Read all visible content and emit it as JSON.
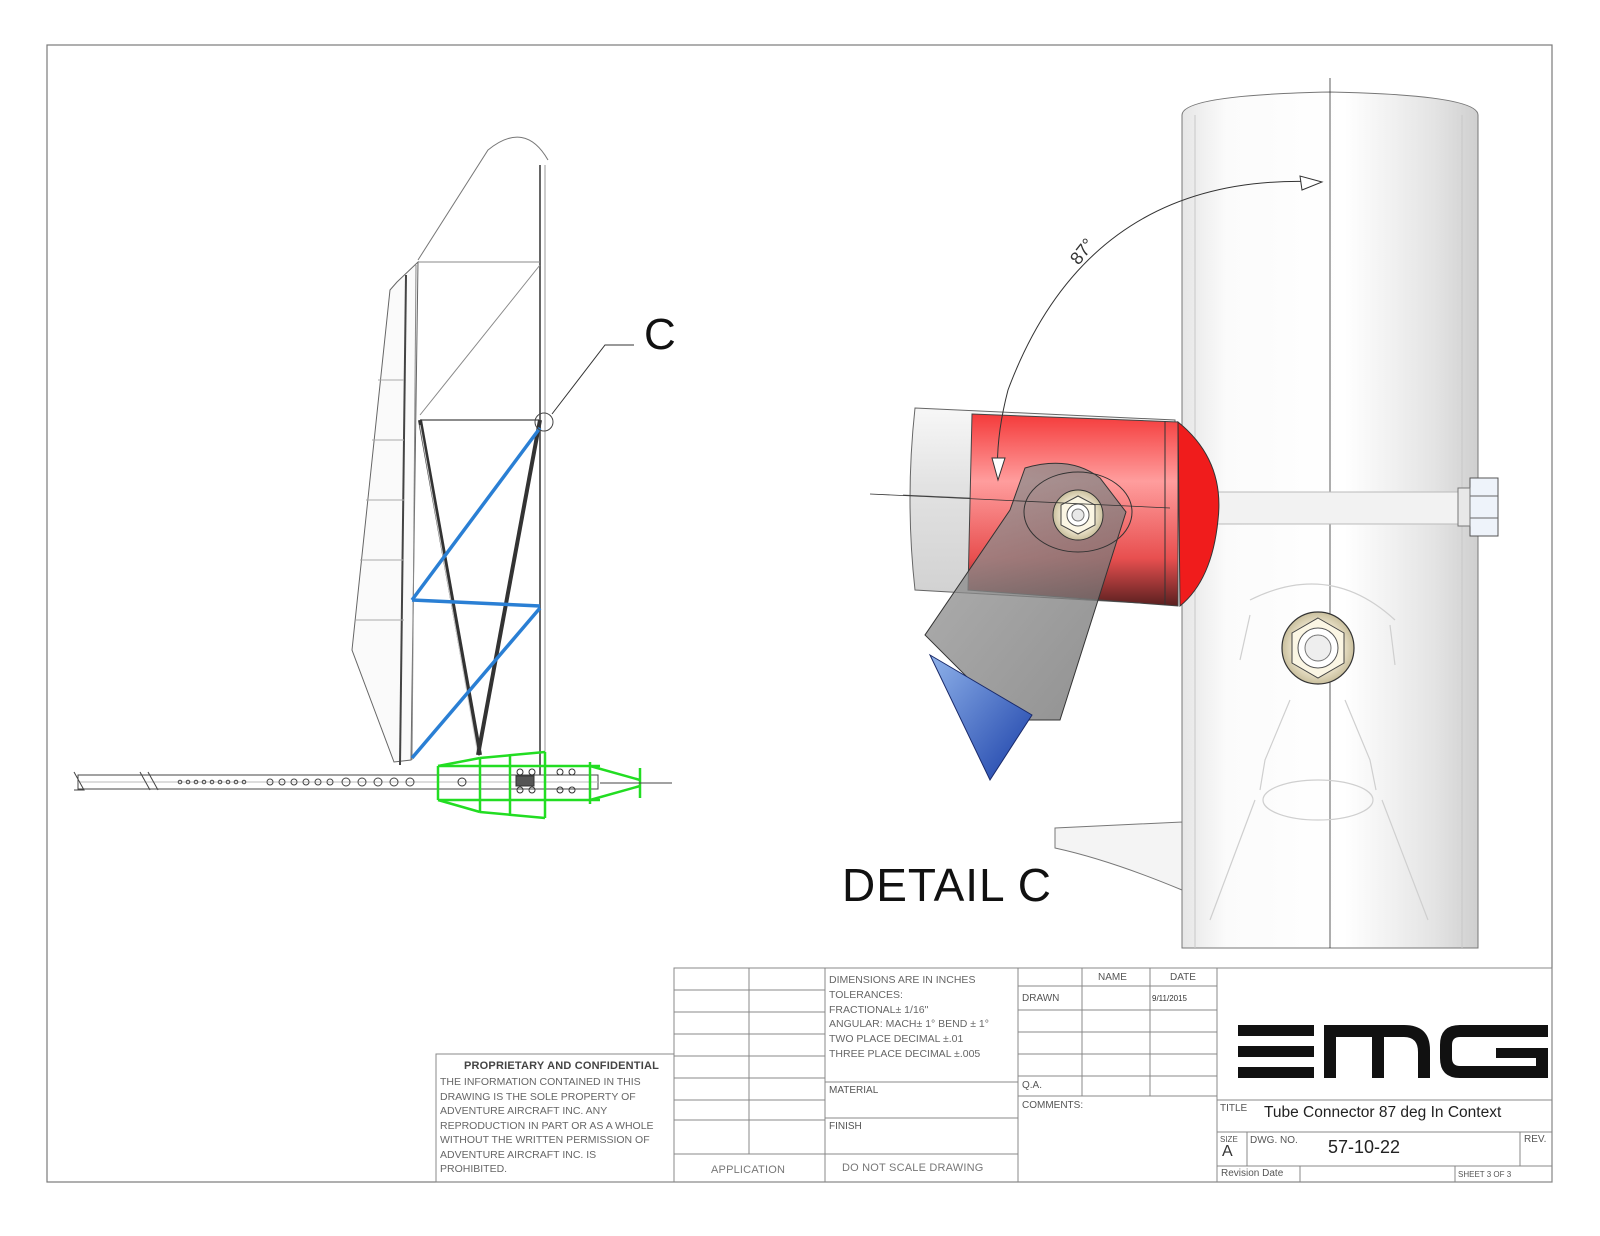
{
  "detail": {
    "callout_letter": "C",
    "detail_label": "DETAIL C",
    "angle_label": "87°"
  },
  "colors": {
    "green_frame": "#22dd22",
    "blue_strut": "#2a7fd4",
    "red_connector": "#ee2a2a",
    "border": "#777777"
  },
  "proprietary": {
    "heading": "PROPRIETARY AND CONFIDENTIAL",
    "lines": [
      "THE INFORMATION CONTAINED IN THIS",
      "DRAWING IS THE SOLE PROPERTY OF",
      "ADVENTURE AIRCRAFT INC.  ANY",
      "REPRODUCTION IN PART OR AS A WHOLE",
      "WITHOUT THE WRITTEN PERMISSION OF",
      "ADVENTURE AIRCRAFT INC. IS",
      "PROHIBITED."
    ]
  },
  "notes": {
    "lines": [
      "DIMENSIONS ARE IN INCHES",
      "TOLERANCES:",
      "FRACTIONAL± 1/16\"",
      "ANGULAR: MACH± 1° BEND ± 1°",
      "TWO PLACE DECIMAL    ±.01",
      "THREE PLACE DECIMAL  ±.005"
    ],
    "material_label": "MATERIAL",
    "finish_label": "FINISH",
    "application_label": "APPLICATION",
    "do_not_scale": "DO NOT SCALE DRAWING"
  },
  "approvals": {
    "name_header": "NAME",
    "date_header": "DATE",
    "drawn_label": "DRAWN",
    "drawn_date": "9/11/2015",
    "qa_label": "Q.A.",
    "comments_label": "COMMENTS:"
  },
  "title_block": {
    "logo_text": "EMG",
    "title_label": "TITLE",
    "title": "Tube Connector 87 deg In Context",
    "size_label": "SIZE",
    "size": "A",
    "dwg_no_label": "DWG.  NO.",
    "dwg_no": "57-10-22",
    "rev_label": "REV.",
    "revision_date_label": "Revision Date",
    "sheet": "SHEET 3 OF 3"
  }
}
